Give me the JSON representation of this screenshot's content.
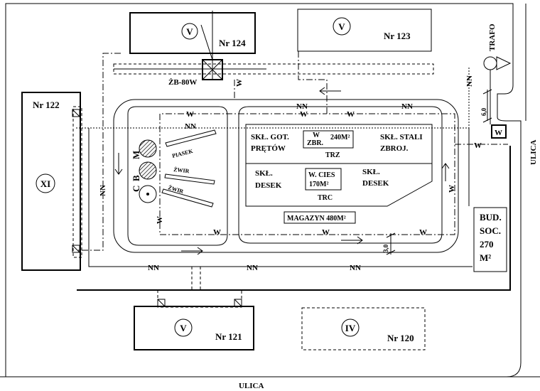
{
  "buildings": {
    "nr124": {
      "roman": "V",
      "number": "Nr 124"
    },
    "nr123": {
      "roman": "V",
      "number": "Nr 123"
    },
    "nr122": {
      "roman": "XI",
      "number": "Nr 122"
    },
    "nr121": {
      "roman": "V",
      "number": "Nr 121"
    },
    "nr120": {
      "roman": "IV",
      "number": "Nr 120"
    }
  },
  "crane": {
    "label": "ŻB-80W"
  },
  "trafo": {
    "label": "TRAFO"
  },
  "streets": {
    "bottom": "ULICA",
    "right": "ULICA"
  },
  "zones": {
    "skl_got_1": "SKŁ. GOT.",
    "skl_got_2": "PRĘTÓW",
    "zbr_w": "W",
    "zbr_label": "ZBR.",
    "zbr_area": "240M²",
    "skl_stali_1": "SKŁ. STALI",
    "skl_stali_2": "ZBROJ.",
    "trz": "TRZ",
    "skl_desek_left_1": "SKŁ.",
    "skl_desek_left_2": "DESEK",
    "w_cies_1": "W. CIES",
    "w_cies_2": "170M²",
    "trc": "TRC",
    "skl_desek_right_1": "SKŁ.",
    "skl_desek_right_2": "DESEK",
    "magazyn": "MAGAZYN 480M²"
  },
  "aggregates": {
    "piasek": "PIASEK",
    "zwir1": "ŻWIR",
    "zwir2": "ŻWIR"
  },
  "silo_labels": {
    "c": "C",
    "b": "B",
    "m": "M"
  },
  "bud_soc": {
    "line1": "BUD.",
    "line2": "SOC.",
    "line3": "270",
    "line4": "M²"
  },
  "dimensions": {
    "d6": "6,0",
    "d3": "3,0"
  },
  "small_box": {
    "label": "W"
  },
  "utility_labels": {
    "water": "W",
    "power": "NN"
  }
}
